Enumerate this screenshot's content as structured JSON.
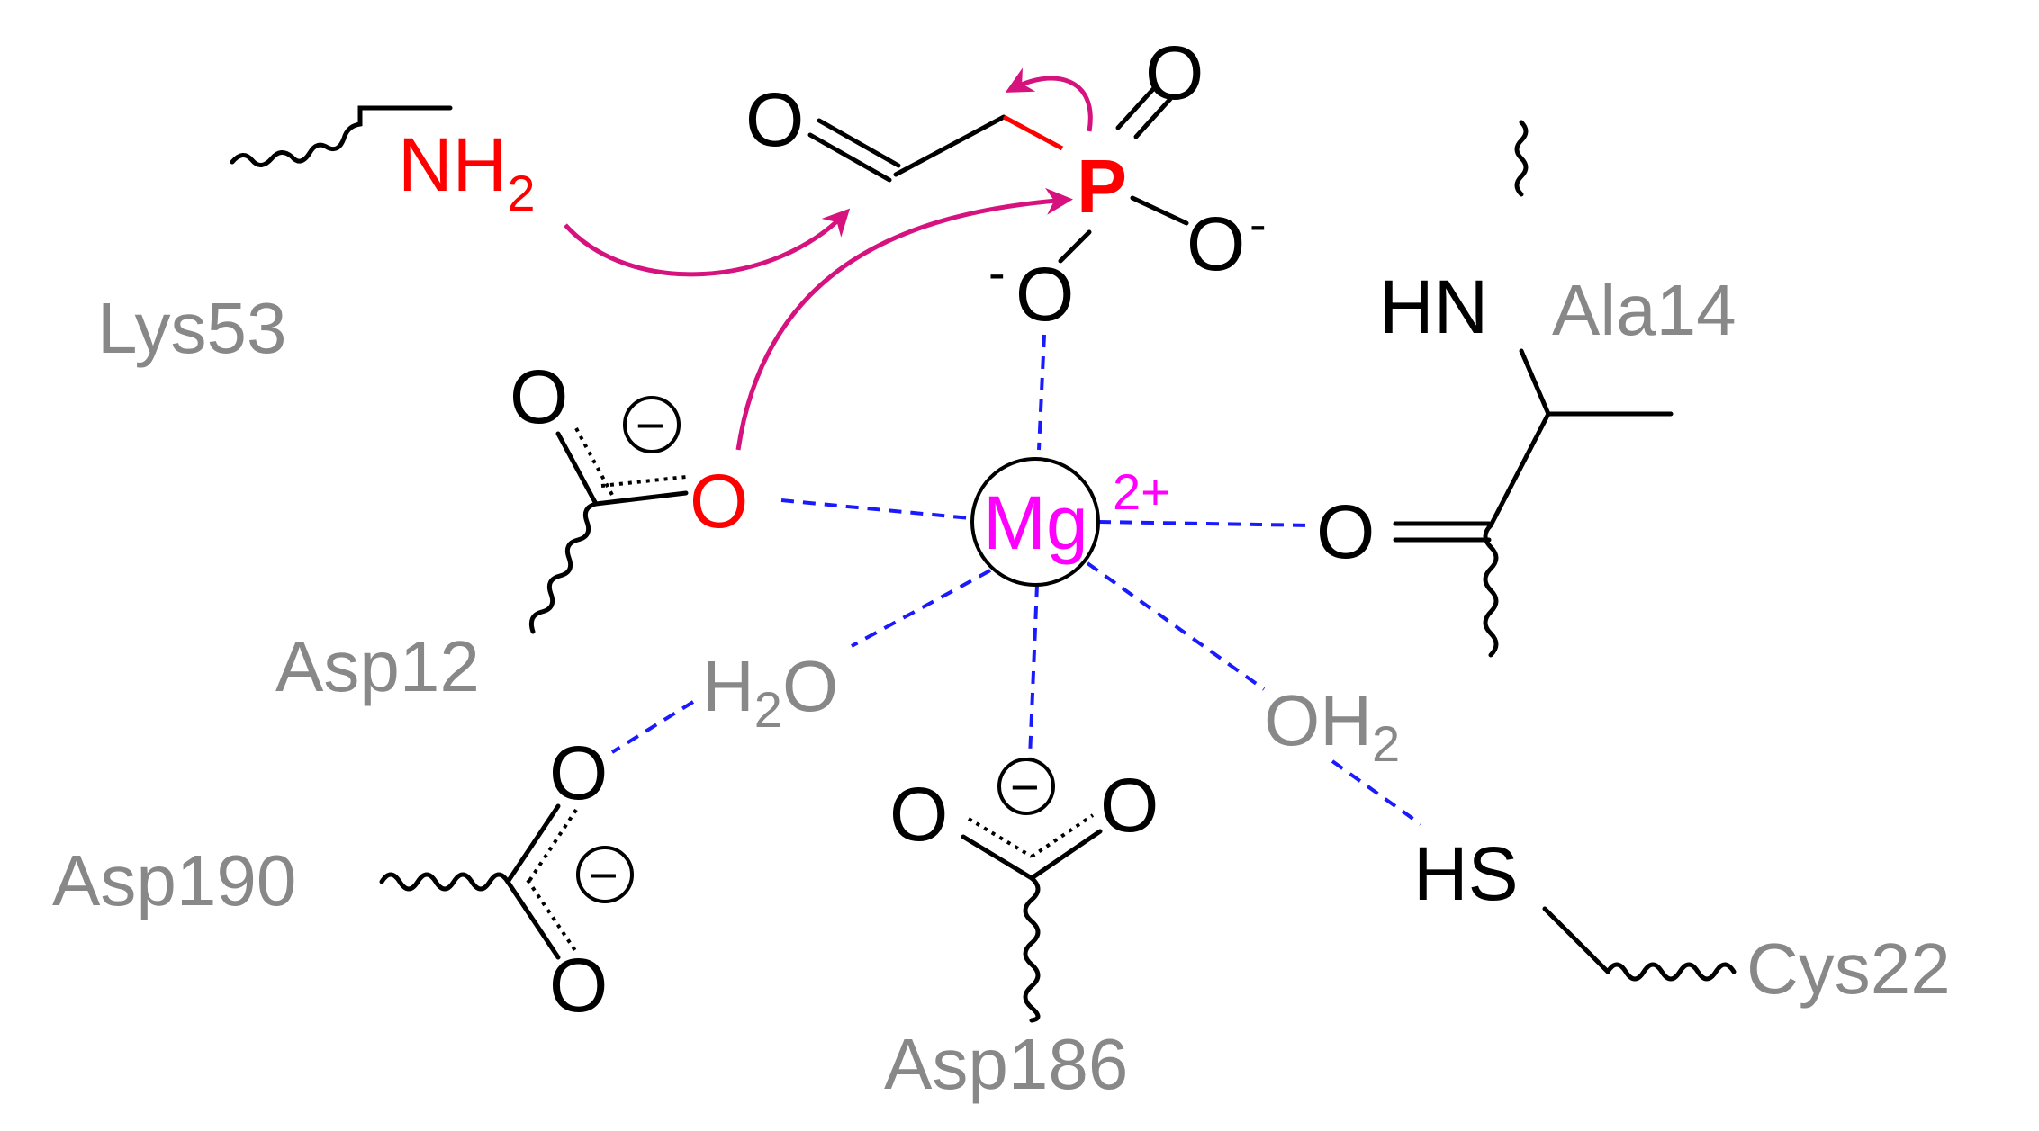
{
  "colors": {
    "black": "#000000",
    "residue": "#888888",
    "highlight": "#ff0000",
    "metal": "#ff00ff",
    "coordination": "#1a1aff",
    "arrow": "#d6127f"
  },
  "residues": {
    "lys": "Lys53",
    "ala": "Ala14",
    "asp12": "Asp12",
    "asp190": "Asp190",
    "asp186": "Asp186",
    "cys": "Cys22"
  },
  "atoms": {
    "nh": "NH",
    "nh_sub": "2",
    "p": "P",
    "carbonyl_o": "O",
    "p_o_top": "O",
    "p_o_right": "O",
    "p_o_right_charge": "-",
    "p_o_bottom": "O",
    "p_o_bottom_charge": "-",
    "hn": "HN",
    "ala_o": "O",
    "asp12_o_top": "O",
    "asp12_o_red": "O",
    "mg": "Mg",
    "mg_charge": "2+",
    "h2o_h": "H",
    "h2o_sub": "2",
    "h2o_o": "O",
    "oh2_oh": "OH",
    "oh2_sub": "2",
    "asp190_o_top": "O",
    "asp190_o_bottom": "O",
    "asp186_o_left": "O",
    "asp186_o_right": "O",
    "hs": "HS",
    "minus_symbol": "−"
  }
}
